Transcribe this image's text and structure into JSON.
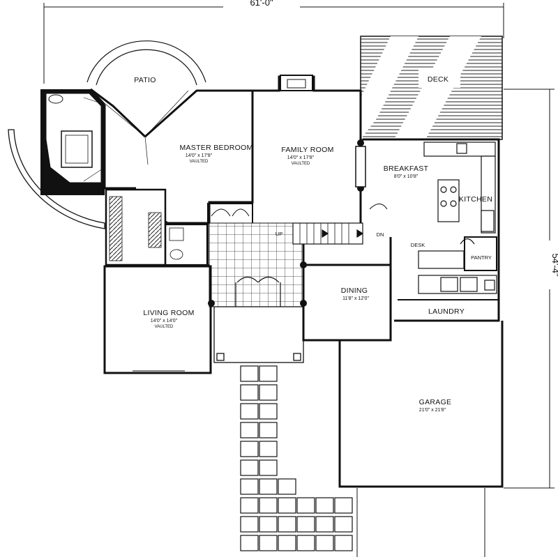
{
  "dimensions": {
    "overall_width": "61'-0\"",
    "overall_depth": "54'-4\""
  },
  "rooms": {
    "patio": {
      "name": "PATIO"
    },
    "deck": {
      "name": "DECK"
    },
    "master_bedroom": {
      "name": "MASTER BEDROOM",
      "size": "14'0\" x 17'8\"",
      "note": "VAULTED"
    },
    "family_room": {
      "name": "FAMILY ROOM",
      "size": "14'0\" x 17'8\"",
      "note": "VAULTED"
    },
    "breakfast": {
      "name": "BREAKFAST",
      "size": "8'0\" x 10'8\""
    },
    "kitchen": {
      "name": "KITCHEN"
    },
    "desk": {
      "name": "DESK"
    },
    "pantry": {
      "name": "PANTRY"
    },
    "dining": {
      "name": "DINING",
      "size": "11'8\" x 12'0\""
    },
    "laundry": {
      "name": "LAUNDRY"
    },
    "living_room": {
      "name": "LIVING ROOM",
      "size": "14'0\" x 14'0\"",
      "note": "VAULTED"
    },
    "garage": {
      "name": "GARAGE",
      "size": "21'0\" x 21'8\""
    }
  },
  "stairs": {
    "up": "UP",
    "down": "DN"
  },
  "colors": {
    "ink": "#111111",
    "paper": "#ffffff"
  }
}
